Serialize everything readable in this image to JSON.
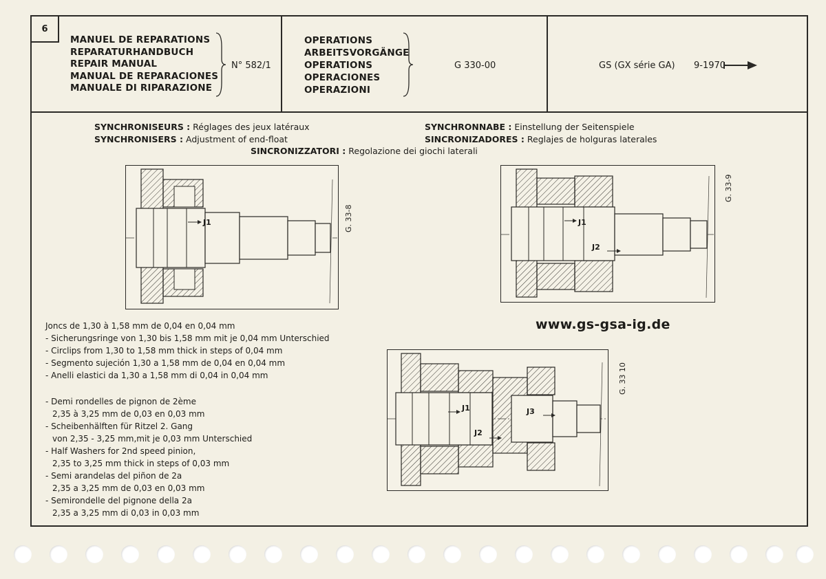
{
  "header": {
    "page_number": "6",
    "titles": [
      "MANUEL DE REPARATIONS",
      "REPARATURHANDBUCH",
      "REPAIR MANUAL",
      "MANUAL DE REPARACIONES",
      "MANUALE DI RIPARAZIONE"
    ],
    "manual_number": "N° 582/1",
    "operations": [
      "OPERATIONS",
      "ARBEITSVORGÄNGE",
      "OPERATIONS",
      "OPERACIONES",
      "OPERAZIONI"
    ],
    "operation_code": "G 330-00",
    "model": "GS (GX série GA)",
    "date": "9-1970"
  },
  "subtitles": {
    "fr_label": "SYNCHRONISEURS :",
    "fr_text": "Réglages des jeux latéraux",
    "en_label": "SYNCHRONISERS :",
    "en_text": "Adjustment of end-float",
    "de_label": "SYNCHRONNABE :",
    "de_text": "Einstellung der Seitenspiele",
    "es_label": "SINCRONIZADORES :",
    "es_text": "Reglajes de holguras laterales",
    "it_label": "SINCRONIZZATORI :",
    "it_text": "Regolazione dei giochi laterali"
  },
  "figures": {
    "fig1_ref": "G. 33-8",
    "fig2_ref": "G. 33-9",
    "fig3_ref": "G. 33 10",
    "j1": "J1",
    "j2": "J2",
    "j3": "J3"
  },
  "notes": {
    "circlips": [
      "Joncs de 1,30 à 1,58 mm de 0,04 en 0,04 mm",
      "- Sicherungsringe von 1,30 bis 1,58 mm mit je 0,04 mm Unterschied",
      "- Circlips from 1,30 to 1,58 mm thick in steps of 0,04 mm",
      "- Segmento sujeción 1,30 a 1,58 mm de 0,04 en 0,04 mm",
      "- Anelli elastici da 1,30 a 1,58 mm di 0,04 in 0,04 mm"
    ],
    "washers": [
      "- Demi rondelles de pignon de 2ème",
      "2,35 à 3,25 mm de 0,03 en 0,03 mm",
      "- Scheibenhälften für Ritzel 2. Gang",
      "von 2,35 - 3,25 mm,mit je 0,03 mm Unterschied",
      "- Half Washers for 2nd speed pinion,",
      "2,35 to 3,25 mm thick in steps of 0,03 mm",
      "- Semi arandelas del piñon de 2a",
      "2,35 a 3,25 mm de 0,03 en 0,03 mm",
      "- Semirondelle del pignone della 2a",
      "2,35 a 3,25 mm di 0,03 in 0,03 mm"
    ]
  },
  "watermark_url": "www.gs-gsa-ig.de"
}
